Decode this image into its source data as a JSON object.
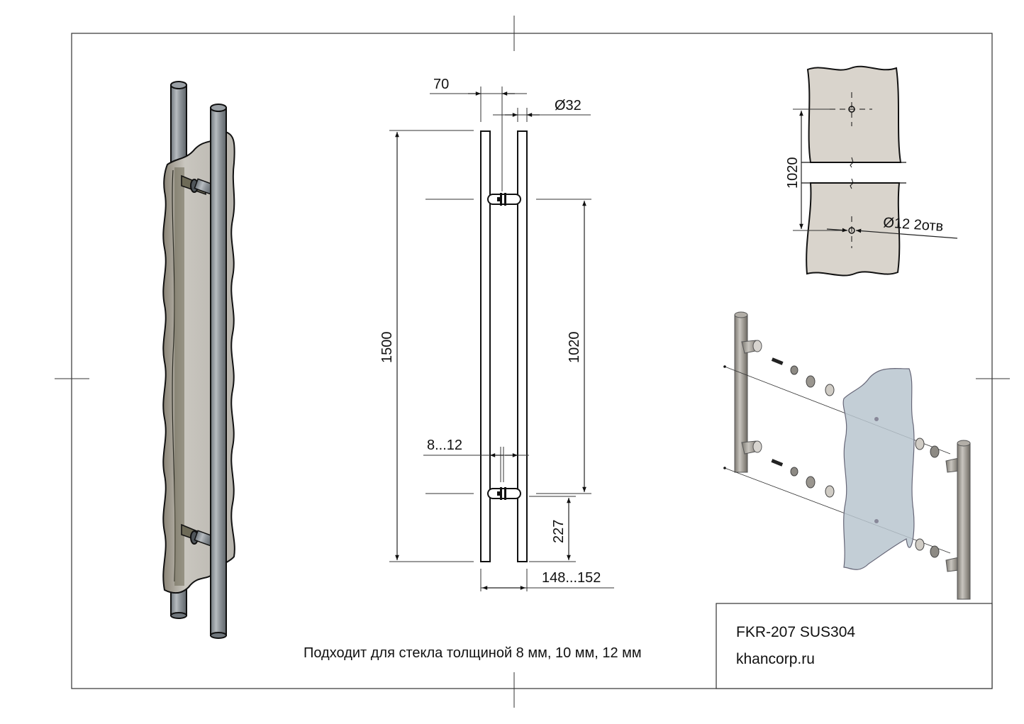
{
  "drawing": {
    "front_view": {
      "dimensions": {
        "bar_spacing": "70",
        "bar_diameter": "Ø32",
        "overall_height": "1500",
        "mount_spacing": "1020",
        "glass_thickness": "8...12",
        "bottom_offset": "227",
        "overall_depth": "148...152"
      }
    },
    "glass_detail": {
      "hole_spacing": "1020",
      "hole_note": "Ø12 2отв"
    },
    "note": "Подходит для стекла толщиной 8 мм, 10 мм, 12 мм",
    "title_block": {
      "model": "FKR-207 SUS304",
      "website": "khancorp.ru"
    },
    "colors": {
      "glass_panel": "#d9d4cc",
      "steel": "#8e9499",
      "glass_blue": "#b9c6cf"
    }
  }
}
